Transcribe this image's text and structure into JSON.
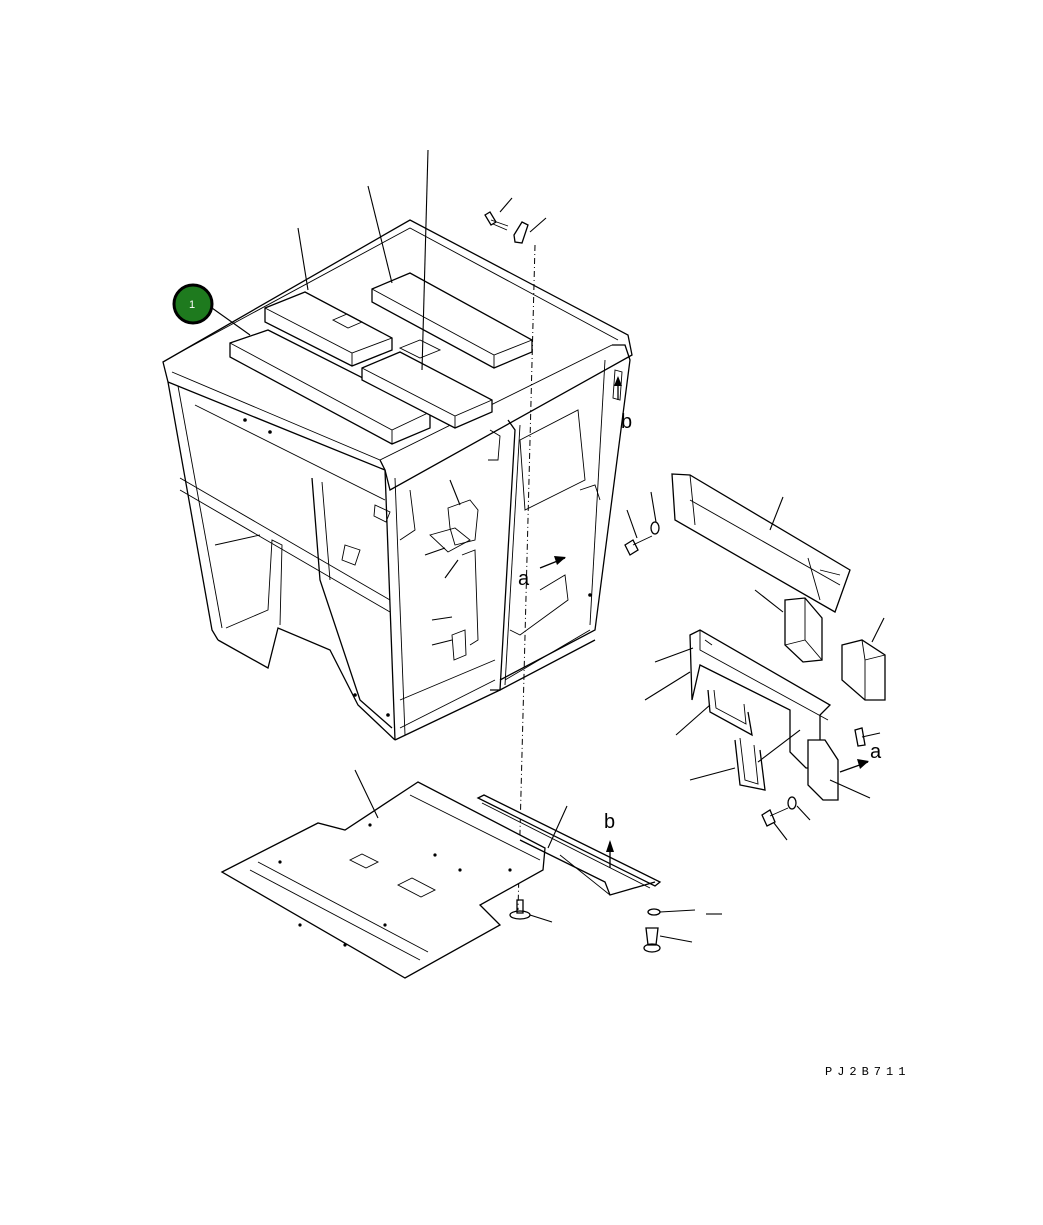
{
  "diagram": {
    "drawing_code": "PJ2B711",
    "callouts": [
      {
        "number": "1",
        "color": "#1e7a1e"
      }
    ],
    "reference_labels": [
      "b",
      "a",
      "a",
      "b"
    ],
    "colors": {
      "line": "#000000",
      "background": "#ffffff",
      "callout_fill": "#1e7a1e",
      "callout_ring": "#000000"
    }
  }
}
